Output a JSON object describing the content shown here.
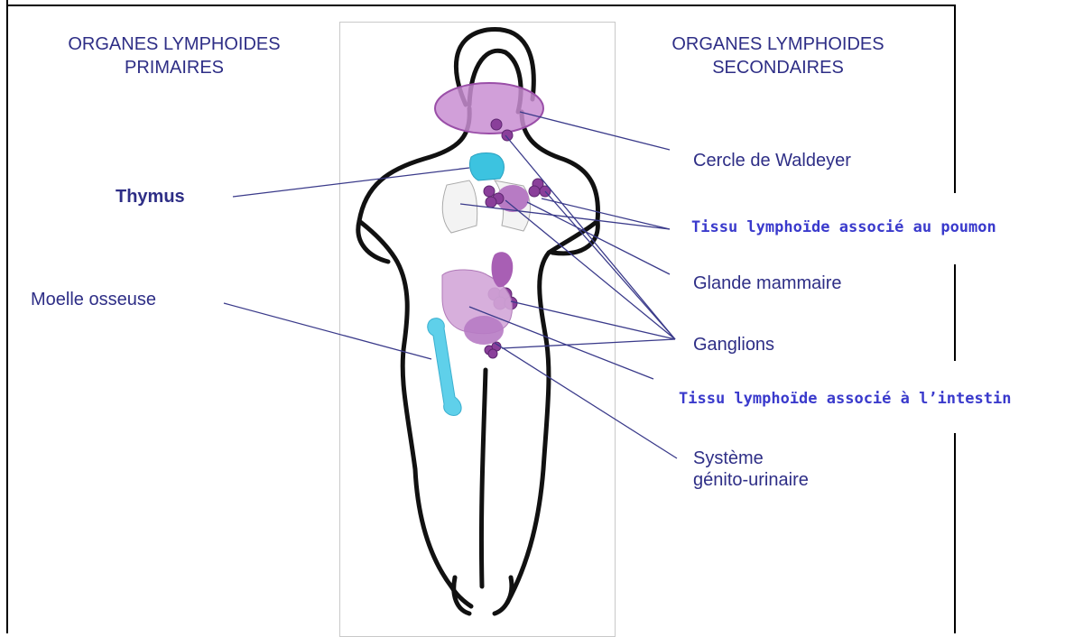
{
  "headers": {
    "primary_line1": "ORGANES LYMPHOIDES",
    "primary_line2": "PRIMAIRES",
    "secondary_line1": "ORGANES LYMPHOIDES",
    "secondary_line2": "SECONDAIRES"
  },
  "primary_labels": {
    "thymus": "Thymus",
    "bone_marrow": "Moelle osseuse"
  },
  "secondary_labels": {
    "waldeyer": "Cercle de Waldeyer",
    "lung_tissue": "Tissu lymphoïde associé au poumon",
    "mammary": "Glande mammaire",
    "lymph_nodes": "Ganglions",
    "gut_tissue": "Tissu lymphoïde associé à l’intestin",
    "genitourinary_line1": "Système",
    "genitourinary_line2": "génito-urinaire"
  },
  "colors": {
    "label_text": "#2e2e86",
    "highlight_text": "#3a3acc",
    "lymph_purple": "#8a3f9a",
    "tissue_pink": "#d3a6d8",
    "thymus_cyan": "#3cc3e0"
  }
}
